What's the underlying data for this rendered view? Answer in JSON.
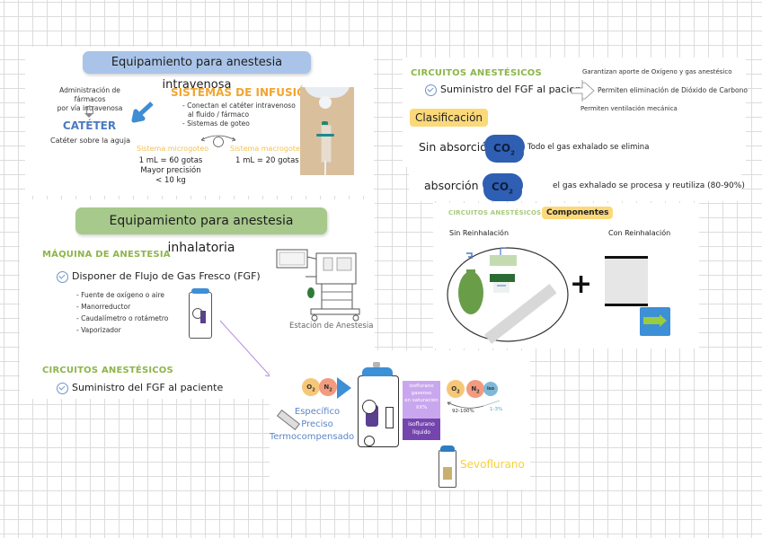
{
  "iv_section": {
    "title": "Equipamiento para anestesia intravenosa",
    "admin_text_1": "Administración de fármacos",
    "admin_text_2": "por vía intravenosa",
    "cateter_title": "CATÉTER",
    "cateter_desc": "Catéter sobre la aguja",
    "infusion_title": "SISTEMAS DE INFUSIÓN",
    "infusion_items": [
      "- Conectan el catéter intravenoso",
      "al fluido / fármaco",
      "- Sistemas de goteo"
    ],
    "micro_label": "Sistema microgoteo",
    "micro_lines": [
      "1 mL = 60 gotas",
      "Mayor precisión",
      "< 10 kg"
    ],
    "macro_label": "Sistema macrogoteo",
    "macro_lines": [
      "1 mL = 20 gotas"
    ],
    "image_alt": "drip-chamber-photo"
  },
  "circuits_top": {
    "heading": "CIRCUITOS ANESTÉSICOS",
    "check_text": "Suministro del FGF al paciente",
    "branches": [
      "Garantizan aporte de Oxígeno y gas anestésico",
      "Permiten eliminación de Dióxido de Carbono",
      "Permiten ventilación mecánica"
    ],
    "classification_tag": "Clasificación",
    "rows": [
      {
        "label": "Sin absorción",
        "badge": "CO",
        "badge_sub": "2",
        "desc": "Todo el gas exhalado se elimina"
      },
      {
        "label": "absorción",
        "badge": "CO",
        "badge_sub": "2",
        "desc": "el gas exhalado se procesa y reutiliza (80-90%)"
      }
    ]
  },
  "inhal_section": {
    "title": "Equipamiento para anestesia inhalatoria",
    "machine_heading": "MÁQUINA DE ANESTESIA",
    "check_text": "Disponer de Flujo de Gas Fresco (FGF)",
    "items": [
      "- Fuente de oxígeno o aire",
      "- Manorreductor",
      "- Caudalímetro o rotámetro",
      "- Vaporizador"
    ],
    "station_caption": "Estación de Anestesia",
    "circuits_heading": "CIRCUITOS ANESTÉSICOS",
    "circuits_check": "Suministro del FGF al paciente"
  },
  "components": {
    "heading": "CIRCUITOS ANESTÉSICOS",
    "tag": "Componentes",
    "left_label": "Sin Reinhalación",
    "right_label": "Con Reinhalación",
    "plus": "+"
  },
  "vaporizer": {
    "gas_in": [
      "O",
      "N"
    ],
    "gas_in_sub": [
      "2",
      "2"
    ],
    "features": [
      "Específico",
      "Preciso",
      "Termocompensado"
    ],
    "gas_box_top": [
      "isoflurano",
      "gaseoso",
      "en saturación",
      "XX%"
    ],
    "gas_box_bottom": [
      "isoflurano",
      "líquido"
    ],
    "gas_out": [
      "O",
      "N",
      "iso"
    ],
    "gas_out_sub": [
      "2",
      "2",
      ""
    ],
    "pct_main": "92-100%",
    "pct_agent": "1-3%",
    "agent_name": "Sevoflurano"
  },
  "colors": {
    "blue_pill": "#a9c4e8",
    "green_pill": "#a7c98b",
    "green_heading": "#8db54a",
    "orange_heading": "#f2a531",
    "cateter_blue": "#4a7bc4",
    "purple_light": "#c9a7ee",
    "purple_dark": "#7446ad",
    "yellow": "#f4d03f"
  }
}
